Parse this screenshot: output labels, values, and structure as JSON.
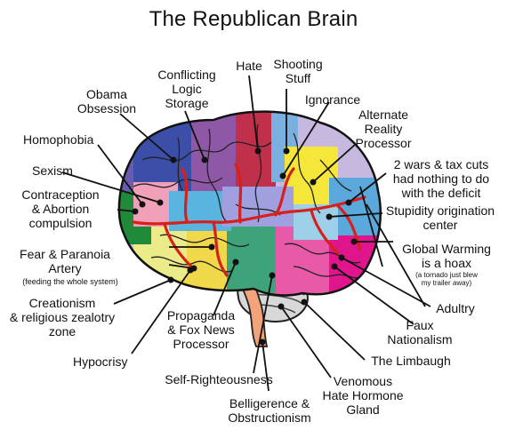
{
  "title": "The Republican Brain",
  "labels": {
    "conflicting": [
      "Conflicting",
      "Logic",
      "Storage"
    ],
    "hate": "Hate",
    "shooting": [
      "Shooting",
      "Stuff"
    ],
    "ignorance": "Ignorance",
    "alternate": [
      "Alternate",
      "Reality",
      "Processor"
    ],
    "obama": [
      "Obama",
      "Obsession"
    ],
    "homophobia": "Homophobia",
    "sexism": "Sexism",
    "contraception": [
      "Contraception",
      "& Abortion",
      "compulsion"
    ],
    "wars": [
      "2 wars & tax cuts",
      "had nothing to do",
      "with the deficit"
    ],
    "stupidity": [
      "Stupidity origination",
      "center"
    ],
    "fear": [
      "Fear & Paranoia",
      "Artery"
    ],
    "fear_note": "(feeding the whole system)",
    "global": [
      "Global Warming",
      "is a hoax"
    ],
    "global_note": [
      "(a tornado just blew",
      "my trailer away)"
    ],
    "creationism": [
      "Creationism",
      "& religious zealotry",
      "zone"
    ],
    "adultry": "Adultry",
    "propaganda": [
      "Propaganda",
      "& Fox News",
      "Processor"
    ],
    "faux": [
      "Faux",
      "Nationalism"
    ],
    "hypocrisy": "Hypocrisy",
    "limbaugh": "The Limbaugh",
    "self": "Self-Righteousness",
    "venomous": [
      "Venomous",
      "Hate Hormone",
      "Gland"
    ],
    "belligerence": [
      "Belligerence &",
      "Obstructionism"
    ]
  }
}
